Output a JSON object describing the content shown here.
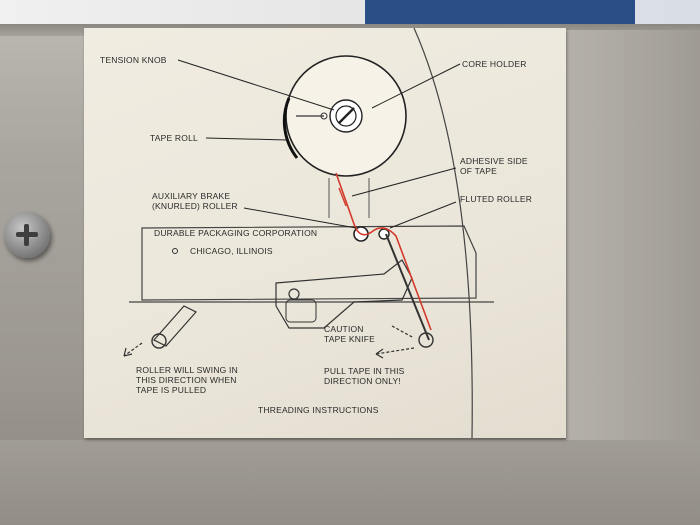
{
  "plate": {
    "labels": {
      "tension_knob": "TENSION KNOB",
      "core_holder": "CORE HOLDER",
      "tape_roll": "TAPE ROLL",
      "adhesive_side": "ADHESIVE SIDE\nOF TAPE",
      "auxiliary_brake": "AUXILIARY BRAKE\n(KNURLED) ROLLER",
      "fluted_roller": "FLUTED ROLLER",
      "durable": "DURABLE PACKAGING CORPORATION",
      "chicago": "CHICAGO, ILLINOIS",
      "caution": "CAUTION\nTAPE KNIFE",
      "roller_swing": "ROLLER WILL SWING IN\nTHIS DIRECTION WHEN\nTAPE IS PULLED",
      "pull_tape": "PULL TAPE IN THIS\nDIRECTION ONLY!",
      "threading": "THREADING INSTRUCTIONS"
    }
  },
  "colors": {
    "plate": "#ece7db",
    "ink": "#2a2a2a",
    "tape_path": "#d23a2a",
    "machine": "#a8a49d",
    "blue_panel": "#2a4f86"
  }
}
